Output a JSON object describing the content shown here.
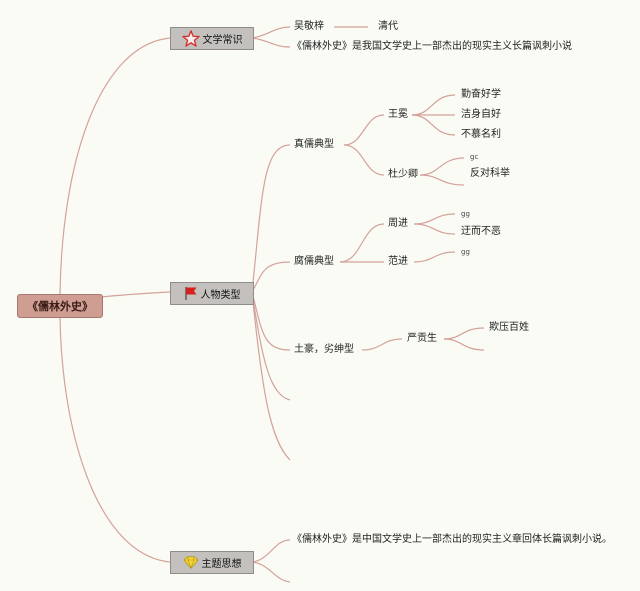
{
  "colors": {
    "line": "#d3a29a",
    "root_fill": "#cf9d92",
    "topic_fill": "#c3c0bd",
    "background": "#fbfbf5"
  },
  "root": {
    "label": "《儒林外史》"
  },
  "topics": [
    {
      "label": "文学常识",
      "icon": "star-icon",
      "items": {
        "author": "吴敬梓",
        "dynasty": "清代",
        "summary": "《儒林外史》是我国文学史上一部杰出的现实主义长篇讽刺小说"
      }
    },
    {
      "label": "人物类型",
      "icon": "flag-icon",
      "groups": [
        {
          "label": "真儒典型",
          "people": [
            {
              "name": "王冕",
              "traits": [
                "勤奋好学",
                "洁身自好",
                "不慕名利"
              ]
            },
            {
              "name": "杜少卿",
              "traits": [
                "gc",
                "反对科举"
              ]
            }
          ]
        },
        {
          "label": "腐儒典型",
          "people": [
            {
              "name": "周进",
              "traits": [
                "gg",
                "迂而不恶"
              ]
            },
            {
              "name": "范进",
              "traits": [
                "gg"
              ]
            }
          ]
        },
        {
          "label": "土豪，劣绅型",
          "people": [
            {
              "name": "严贡生",
              "traits": [
                "欺压百姓"
              ]
            }
          ]
        }
      ]
    },
    {
      "label": "主题思想",
      "icon": "gem-icon",
      "items": {
        "summary": "《儒林外史》是中国文学史上一部杰出的现实主义章回体长篇讽刺小说。"
      }
    }
  ]
}
